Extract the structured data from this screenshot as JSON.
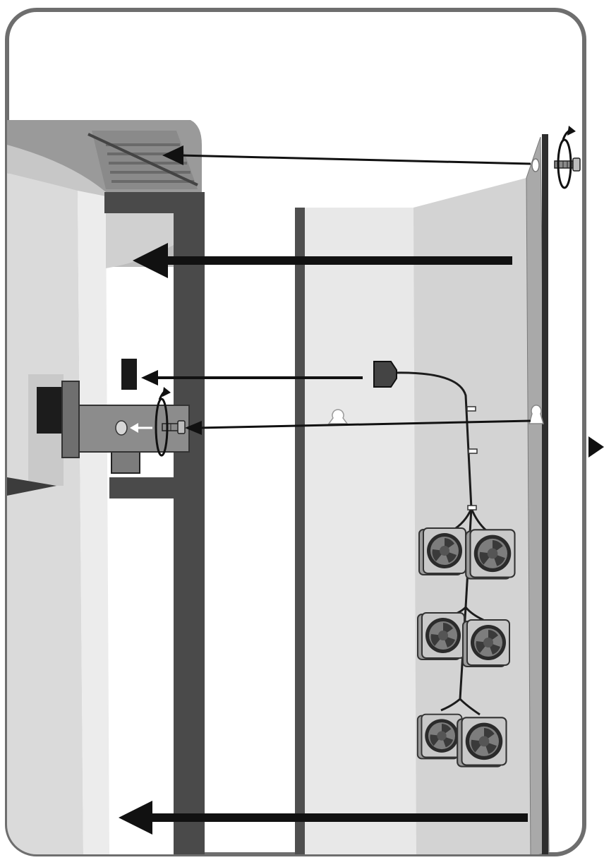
{
  "figure": {
    "kind": "installation-diagram",
    "style": "grayscale line illustration",
    "components": [
      {
        "name": "cabinet-frame",
        "icon": "cabinet-icon"
      },
      {
        "name": "fan-door-panel",
        "icon": "panel-icon"
      },
      {
        "name": "fan-unit",
        "icon": "fan-icon",
        "count": 6
      },
      {
        "name": "power-connector",
        "icon": "plug-icon"
      },
      {
        "name": "mounting-bracket",
        "icon": "bracket-icon"
      },
      {
        "name": "screw",
        "icon": "screw-icon",
        "count": 2
      },
      {
        "name": "rotation-indicator",
        "icon": "rotate-arrow-icon",
        "count": 2
      },
      {
        "name": "keyhole-slot",
        "icon": "keyhole-icon",
        "count": 2
      }
    ],
    "instruction_arrows": 5,
    "page_marker": "right-pointing-triangle-icon",
    "colors": {
      "border": "#6e6e6e",
      "dark_frame": "#4a4a4a",
      "panel_light": "#e6e6e6",
      "panel_mid": "#d2d2d2",
      "panel_edge": "#a9a9a9",
      "arrow": "#111111"
    }
  }
}
